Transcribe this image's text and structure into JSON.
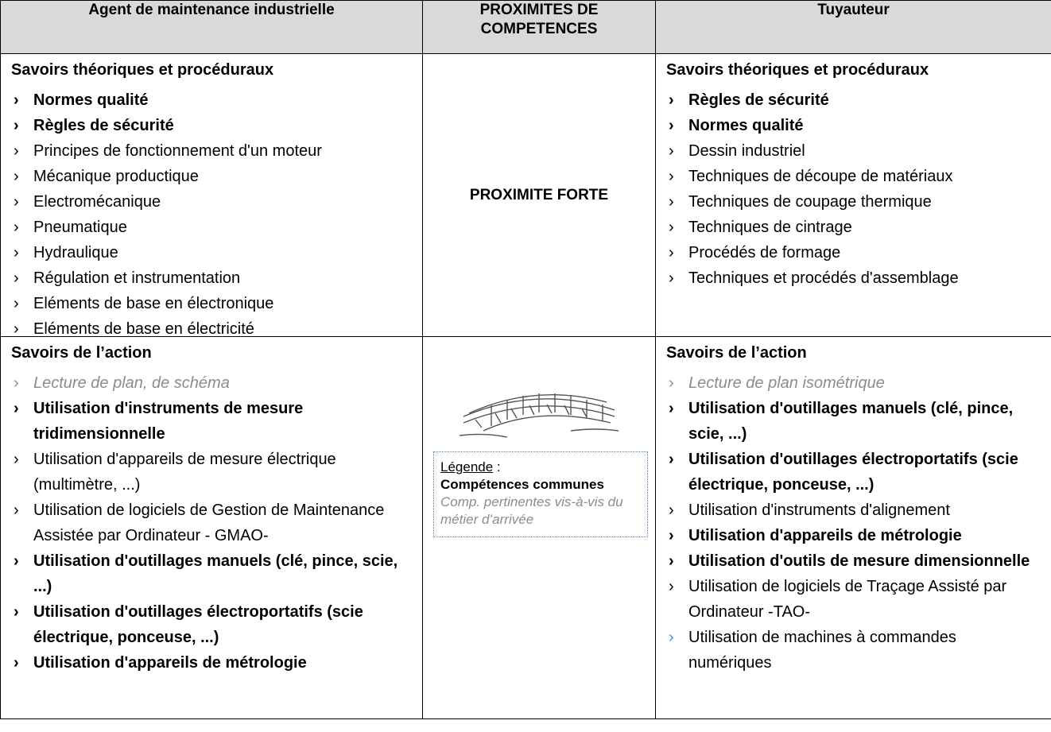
{
  "header": {
    "left": "Agent de maintenance industrielle",
    "middle": "PROXIMITES DE COMPETENCES",
    "right": "Tuyauteur"
  },
  "row1": {
    "left_title": "Savoirs théoriques et procéduraux",
    "left_items": [
      {
        "text": "Normes qualité",
        "style": "b"
      },
      {
        "text": "Règles de sécurité",
        "style": "b"
      },
      {
        "text": "Principes de fonctionnement d'un moteur",
        "style": ""
      },
      {
        "text": "Mécanique productique",
        "style": ""
      },
      {
        "text": "Electromécanique",
        "style": ""
      },
      {
        "text": "Pneumatique",
        "style": ""
      },
      {
        "text": "Hydraulique",
        "style": ""
      },
      {
        "text": "Régulation et instrumentation",
        "style": ""
      },
      {
        "text": "Eléments de base en électronique",
        "style": ""
      },
      {
        "text": "Eléments de base en électricité",
        "style": ""
      }
    ],
    "middle": "PROXIMITE FORTE",
    "right_title": "Savoirs théoriques et procéduraux",
    "right_items": [
      {
        "text": "Règles de sécurité",
        "style": "b"
      },
      {
        "text": "Normes qualité",
        "style": "b"
      },
      {
        "text": "Dessin industriel",
        "style": ""
      },
      {
        "text": "Techniques de découpe de matériaux",
        "style": ""
      },
      {
        "text": "Techniques de coupage thermique",
        "style": ""
      },
      {
        "text": "Techniques de cintrage",
        "style": ""
      },
      {
        "text": "Procédés de formage",
        "style": ""
      },
      {
        "text": "Techniques et procédés d'assemblage",
        "style": ""
      }
    ]
  },
  "row2": {
    "left_title": "Savoirs de l’action",
    "left_items": [
      {
        "text": "Lecture de plan, de schéma",
        "style": "i"
      },
      {
        "text": "Utilisation d'instruments de mesure tridimensionnelle",
        "style": "b"
      },
      {
        "text": "Utilisation d'appareils de mesure électrique (multimètre, ...)",
        "style": ""
      },
      {
        "text": "Utilisation de logiciels de Gestion de Maintenance Assistée par Ordinateur - GMAO-",
        "style": ""
      },
      {
        "text": "Utilisation d'outillages manuels (clé, pince, scie, ...)",
        "style": "b"
      },
      {
        "text": "Utilisation d'outillages électroportatifs (scie électrique, ponceuse, ...)",
        "style": "b"
      },
      {
        "text": "Utilisation d'appareils de métrologie",
        "style": "b"
      }
    ],
    "legend": {
      "title": "Légende",
      "colon": " :",
      "common": "Compétences communes",
      "relevant": "Comp. pertinentes vis-à-vis du métier d’arrivée"
    },
    "right_title": "Savoirs de l’action",
    "right_items": [
      {
        "text": "Lecture de plan isométrique",
        "style": "i"
      },
      {
        "text": "Utilisation d'outillages manuels (clé, pince, scie, ...)",
        "style": "b"
      },
      {
        "text": "Utilisation d'outillages électroportatifs (scie électrique, ponceuse, ...)",
        "style": "b"
      },
      {
        "text": "Utilisation d'instruments d'alignement",
        "style": ""
      },
      {
        "text": "Utilisation d'appareils de métrologie",
        "style": "b"
      },
      {
        "text": "Utilisation d'outils de mesure dimensionnelle",
        "style": "b"
      },
      {
        "text": "Utilisation de logiciels de Traçage Assisté par Ordinateur -TAO-",
        "style": ""
      },
      {
        "text": "Utilisation de machines à commandes numériques",
        "style": "blue"
      }
    ]
  },
  "bullet": "›",
  "bridge_icon": "bridge-icon",
  "colors": {
    "header_bg": "#d9d9d9",
    "italic_grey": "#8c8c8c",
    "legend_border": "#4e7fb3",
    "blue_bullet": "#4a8fd0"
  }
}
